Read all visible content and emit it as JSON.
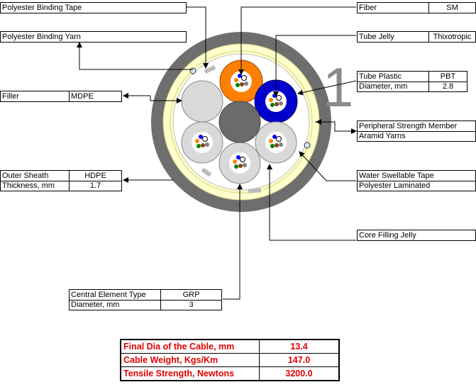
{
  "labels": {
    "binding_tape": "Polyester Binding Tape",
    "binding_yarn": "Polyester Binding Yarn",
    "filler": {
      "label": "Filler",
      "value": "MDPE"
    },
    "outer_sheath": {
      "label": "Outer Sheath",
      "value": "HDPE",
      "thickness_label": "Thickness, mm",
      "thickness_value": "1.7"
    },
    "fiber": {
      "label": "Fiber",
      "value": "SM"
    },
    "tube_jelly": {
      "label": "Tube Jelly",
      "value": "Thixotropic"
    },
    "tube_plastic": {
      "label": "Tube Plastic",
      "value": "PBT",
      "diameter_label": "Diameter, mm",
      "diameter_value": "2.8"
    },
    "strength_member": {
      "line1": "Peripheral Strength Member",
      "line2": "Aramid Yarns"
    },
    "swellable_tape": {
      "line1": "Water Swellable Tape",
      "line2": "Polyester Laminated"
    },
    "core_filling": "Core Filling Jelly",
    "central_element": {
      "label": "Central Element Type",
      "value": "GRP",
      "diameter_label": "Diameter, mm",
      "diameter_value": "3"
    }
  },
  "tube_count_marker": "1",
  "summary": [
    {
      "label": "Final Dia of the Cable, mm",
      "value": "13.4"
    },
    {
      "label": "Cable Weight, Kgs/Km",
      "value": "147.0"
    },
    {
      "label": "Tensile Strength, Newtons",
      "value": "3200.0"
    }
  ],
  "colors": {
    "outer_sheath": "#6e6e6e",
    "yarn_ring": "#ffffcc",
    "tube_orange": "#ff7f00",
    "tube_blue": "#0000cc",
    "tube_grey": "#d9d9d9",
    "central": "#6b6b6b",
    "accent_text": "#e00000"
  }
}
